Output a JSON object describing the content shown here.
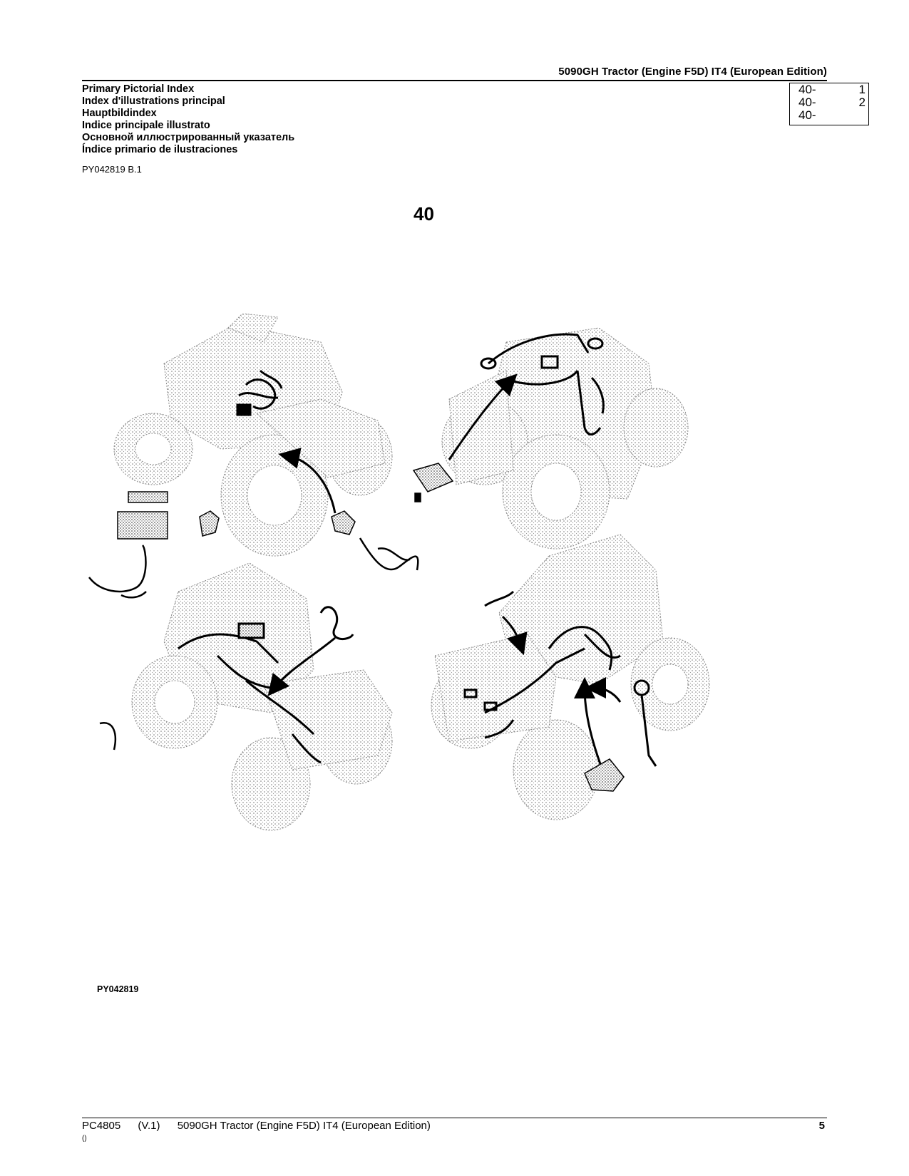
{
  "header": {
    "title": "5090GH Tractor (Engine F5D) IT4 (European Edition)"
  },
  "titles": [
    "Primary Pictorial Index",
    "Index d'illustrations principal",
    "Hauptbildindex",
    "Indice principale illustrato",
    "Основной иллюстрированный указатель",
    "Índice primario de ilustraciones"
  ],
  "ref_box": [
    {
      "prefix": "40-",
      "num": "1"
    },
    {
      "prefix": "40-",
      "num": "2"
    },
    {
      "prefix": "40-",
      "num": ""
    }
  ],
  "doc_id": "PY042819 B.1",
  "section_number": "40",
  "figure_code": "PY042819",
  "footer": {
    "code": "PC4805",
    "version": "(V.1)",
    "title": "5090GH Tractor (Engine F5D) IT4 (European Edition)",
    "page": "5",
    "extra": "()"
  }
}
